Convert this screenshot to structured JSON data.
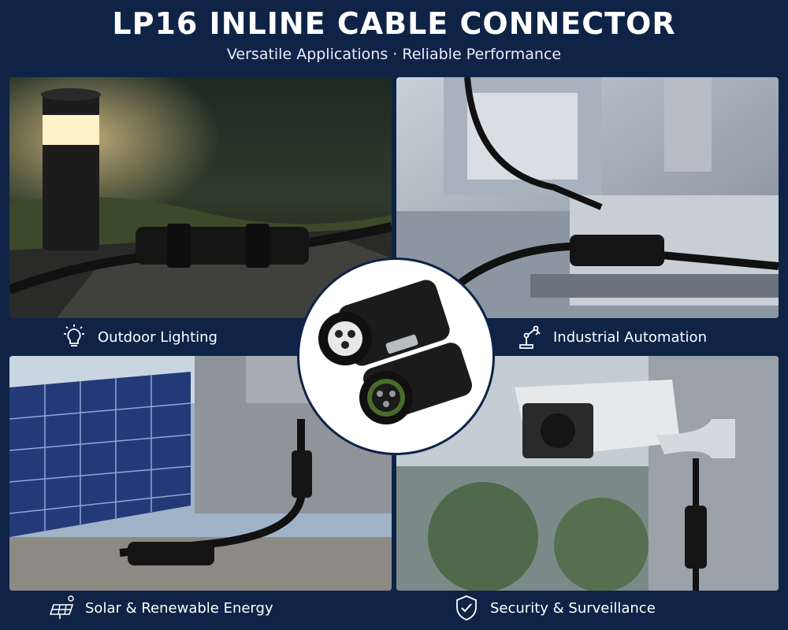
{
  "header": {
    "title": "LP16 INLINE CABLE CONNECTOR",
    "subtitle": "Versatile Applications · Reliable Performance"
  },
  "panels": [
    {
      "label": "Outdoor Lighting",
      "icon": "lightbulb-icon"
    },
    {
      "label": "Industrial Automation",
      "icon": "robot-arm-icon"
    },
    {
      "label": "Solar & Renewable Energy",
      "icon": "solar-panel-icon"
    },
    {
      "label": "Security & Surveillance",
      "icon": "shield-check-icon"
    }
  ],
  "colors": {
    "background": "#0f2347",
    "text": "#ffffff"
  }
}
